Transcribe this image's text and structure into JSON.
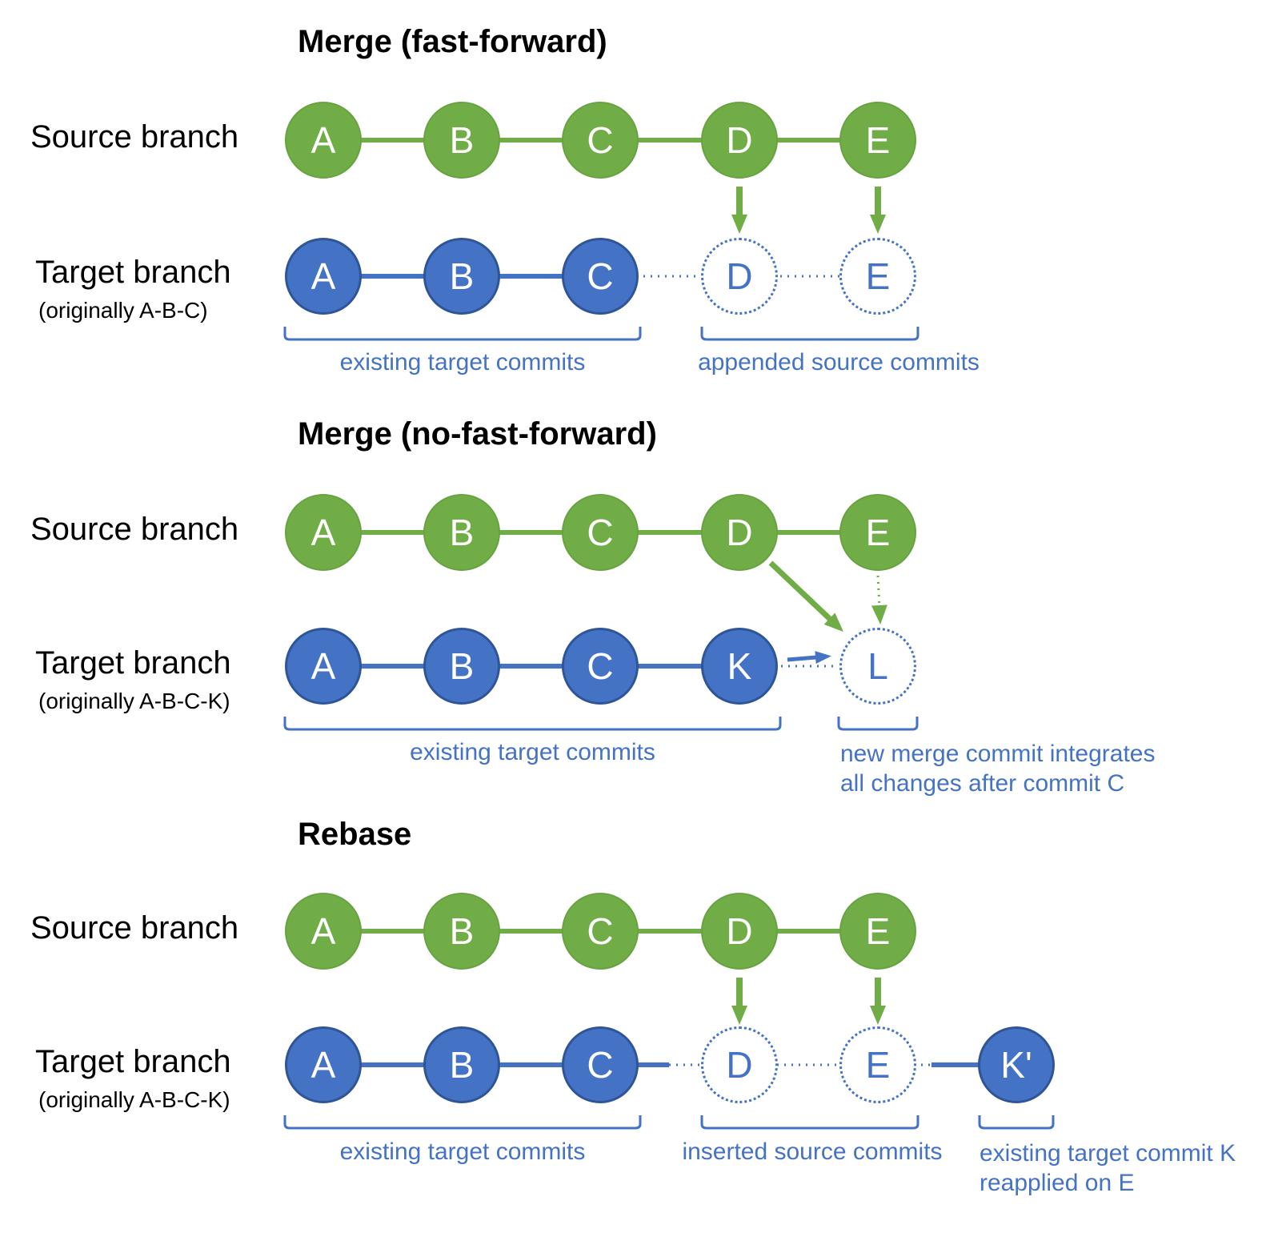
{
  "colors": {
    "green": "#70ad47",
    "blue": "#4472c4"
  },
  "sections": [
    {
      "title": "Merge (fast-forward)",
      "source_label": "Source branch",
      "target_label": "Target branch",
      "target_note": "(originally A-B-C)",
      "source_commits": [
        "A",
        "B",
        "C",
        "D",
        "E"
      ],
      "target_commits": [
        "A",
        "B",
        "C"
      ],
      "ghost_commits": [
        "D",
        "E"
      ],
      "labels": {
        "left_bracket": "existing target commits",
        "right_bracket": "appended source commits"
      }
    },
    {
      "title": "Merge (no-fast-forward)",
      "source_label": "Source branch",
      "target_label": "Target branch",
      "target_note": "(originally A-B-C-K)",
      "source_commits": [
        "A",
        "B",
        "C",
        "D",
        "E"
      ],
      "target_commits": [
        "A",
        "B",
        "C",
        "K"
      ],
      "ghost_commits": [
        "L"
      ],
      "labels": {
        "left_bracket": "existing target commits",
        "right_bracket_line1": "new merge commit integrates",
        "right_bracket_line2": "all changes after commit C"
      }
    },
    {
      "title": "Rebase",
      "source_label": "Source branch",
      "target_label": "Target branch",
      "target_note": "(originally A-B-C-K)",
      "source_commits": [
        "A",
        "B",
        "C",
        "D",
        "E"
      ],
      "target_commits": [
        "A",
        "B",
        "C"
      ],
      "ghost_commits": [
        "D",
        "E"
      ],
      "reapplied_commit": "K'",
      "labels": {
        "left_bracket": "existing target commits",
        "mid_bracket": "inserted source commits",
        "right_bracket_line1": "existing target commit K",
        "right_bracket_line2": "reapplied on E"
      }
    }
  ]
}
